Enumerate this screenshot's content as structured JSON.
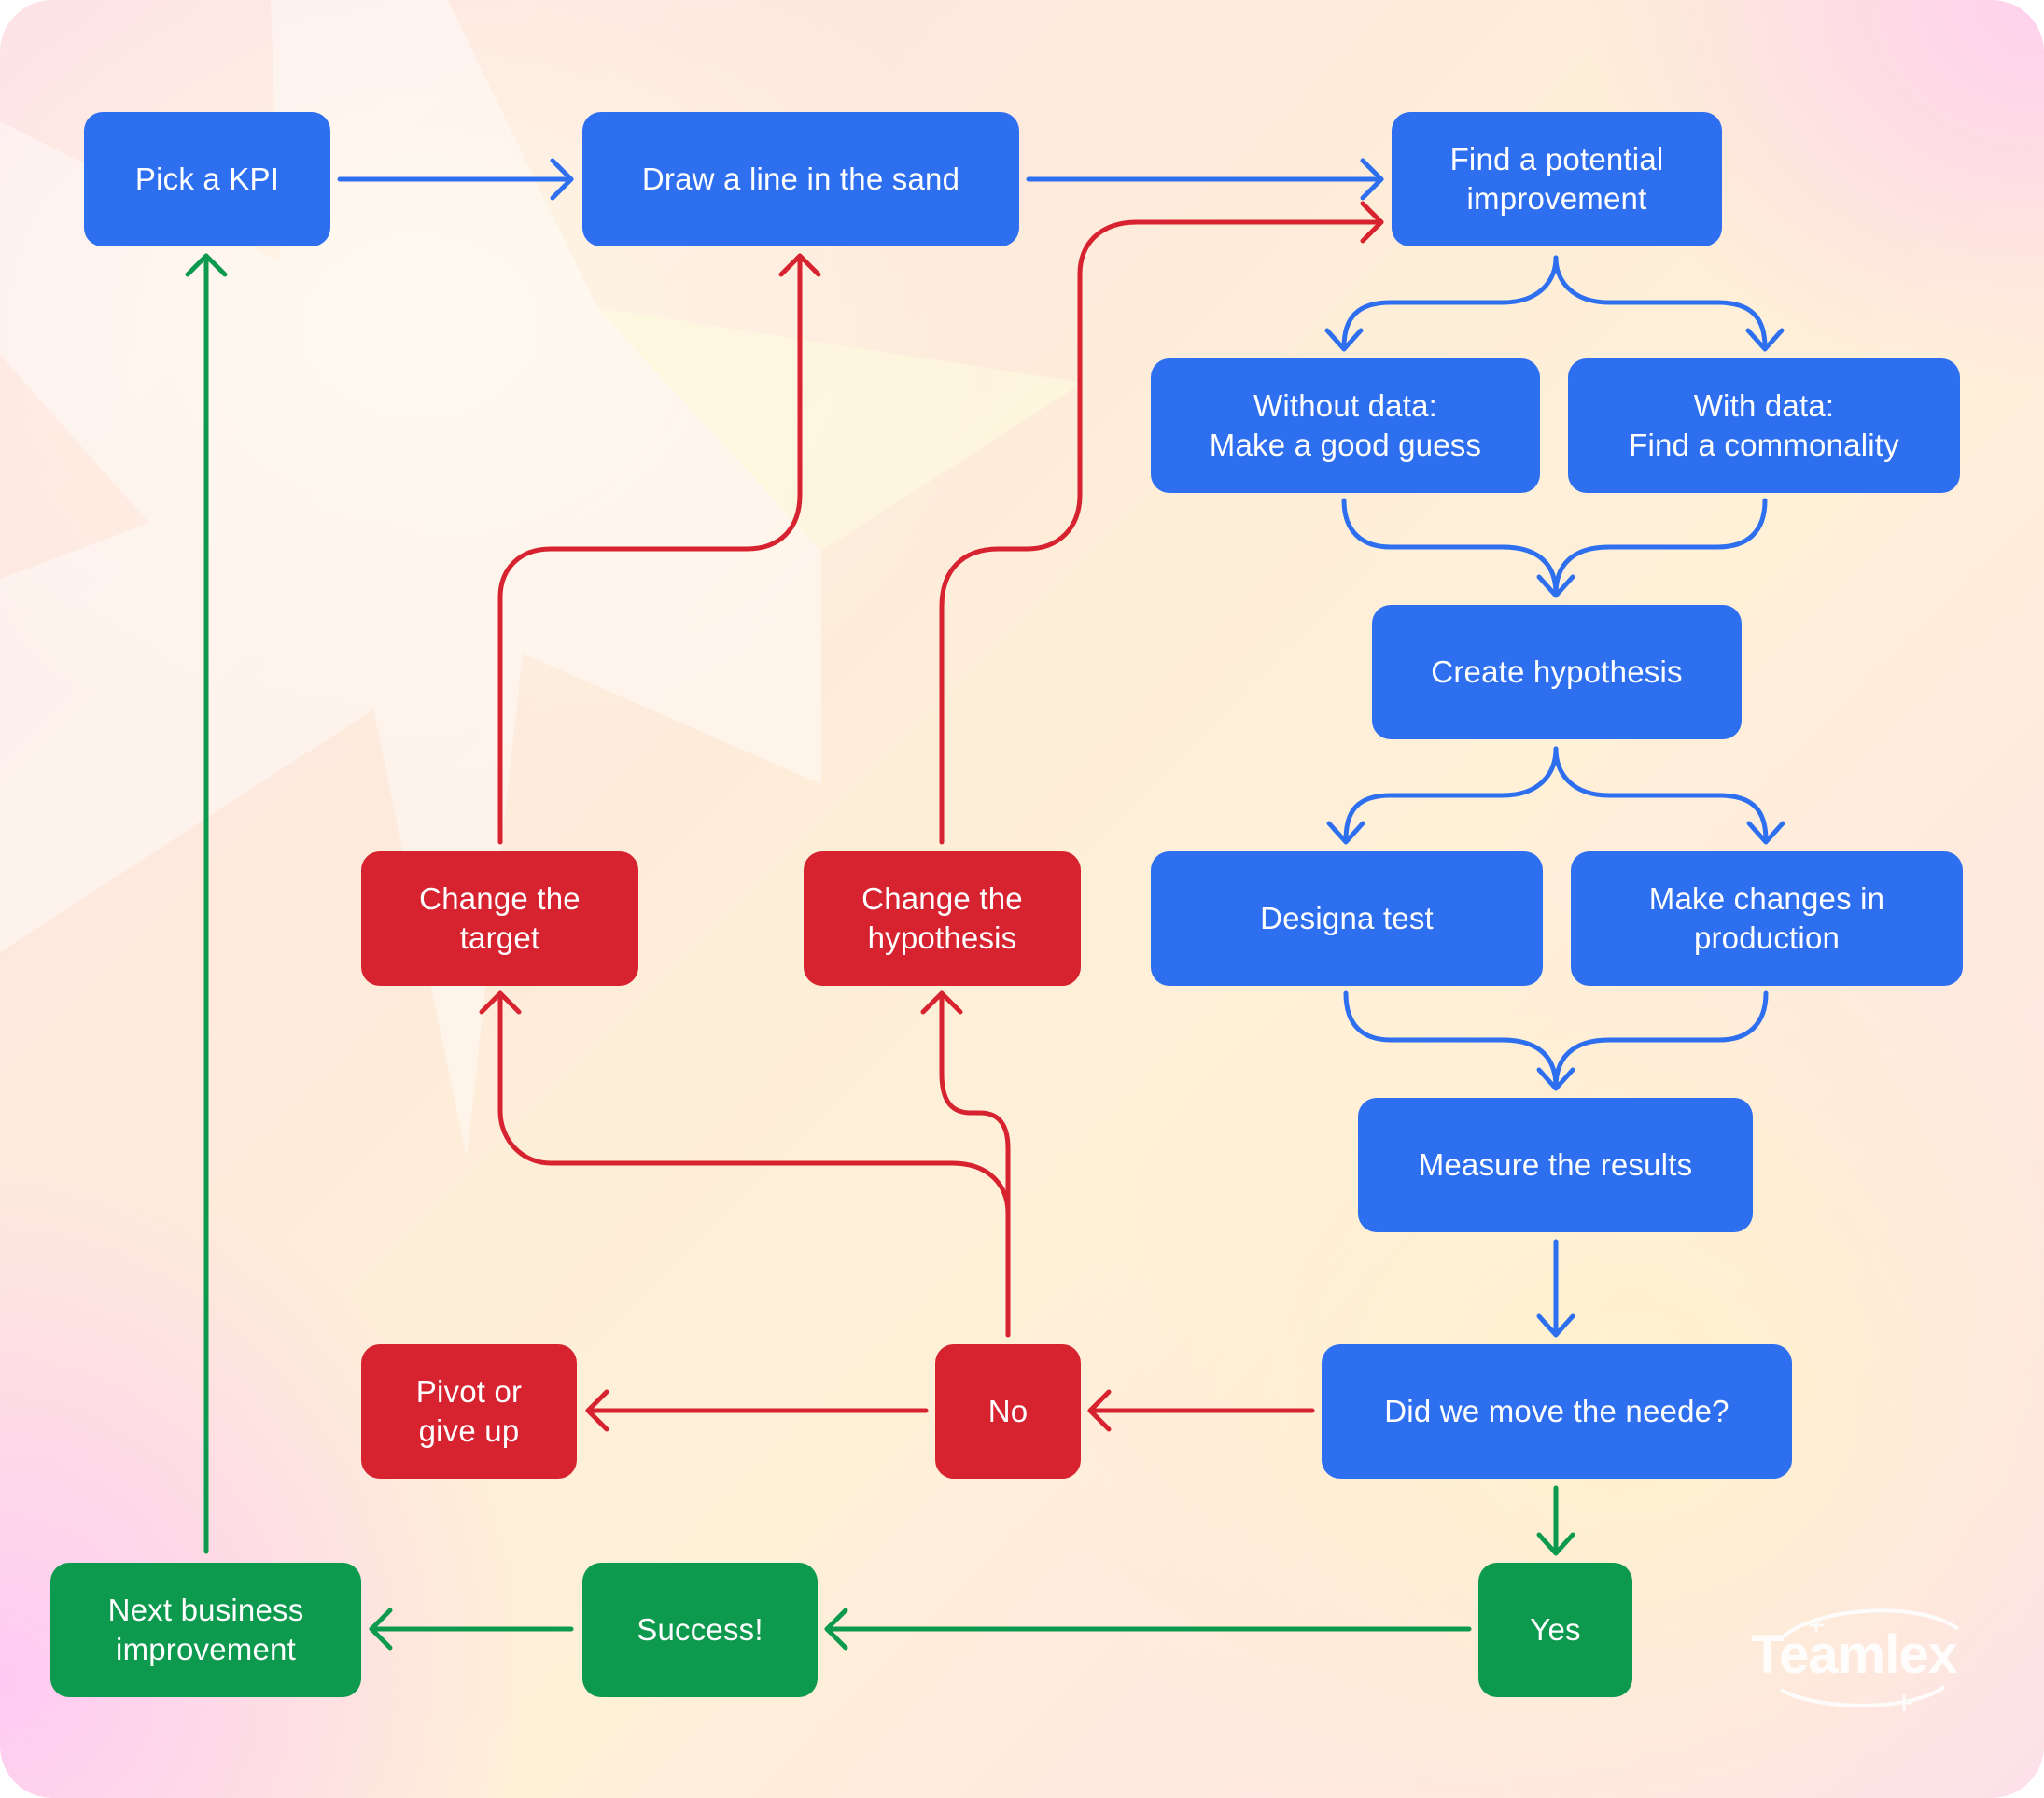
{
  "nodes": {
    "pick_kpi": "Pick a KPI",
    "draw_line": "Draw a line in the sand",
    "find_improvement": "Find a potential\nimprovement",
    "without_data": "Without data:\nMake a good guess",
    "with_data": "With data:\nFind a commonality",
    "create_hypothesis": "Create hypothesis",
    "design_test": "Designa test",
    "make_changes": "Make changes in\nproduction",
    "measure_results": "Measure the results",
    "did_we_move": "Did we move the neede?",
    "no": "No",
    "yes": "Yes",
    "pivot": "Pivot or\ngive up",
    "change_target": "Change the\ntarget",
    "change_hypothesis": "Change the\nhypothesis",
    "success": "Success!",
    "next_improvement": "Next business\nimprovement"
  },
  "colors": {
    "blue": "#2e6ff0",
    "red": "#d72330",
    "green": "#0e9a4e"
  },
  "logo": {
    "text": "Teamlex"
  }
}
